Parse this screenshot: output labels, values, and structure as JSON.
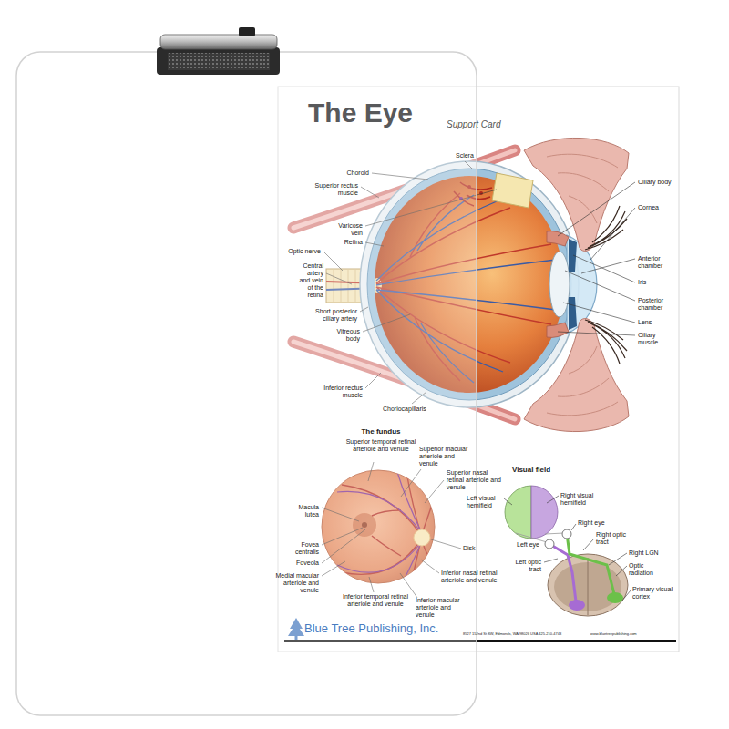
{
  "diagram": {
    "title": "The Eye",
    "labels": [
      "Support Card",
      "Sclera",
      "Choroid",
      "Superior rectus muscle",
      "Varicose vein",
      "Retina",
      "Optic nerve",
      "Central artery and vein of the retina",
      "Short posterior ciliary artery",
      "Vitreous body",
      "Inferior rectus muscle",
      "Choriocapillaris",
      "Ciliary body",
      "Cornea",
      "Anterior chamber",
      "Iris",
      "Posterior chamber",
      "Lens",
      "Ciliary muscle",
      "The fundus",
      "Superior temporal retinal arteriole and venule",
      "Superior macular arteriole and venule",
      "Superior nasal retinal arteriole and venule",
      "Macula lutea",
      "Fovea centralis",
      "Foveola",
      "Medial macular arteriole and venule",
      "Disk",
      "Inferior nasal retinal arteriole and venule",
      "Inferior temporal retinal arteriole and venule",
      "Inferior macular arteriole and venule",
      "Visual field",
      "Left visual hemifield",
      "Right visual hemifield",
      "Right eye",
      "Right optic tract",
      "Left eye",
      "Right LGN",
      "Left optic tract",
      "Optic radiation",
      "Primary visual cortex",
      "Blue Tree Publishing, Inc.",
      "8527 152nd St SW, Edmonds, WA 98026 USA 425-210-4743",
      "www.bluetreepublishing.com"
    ]
  }
}
